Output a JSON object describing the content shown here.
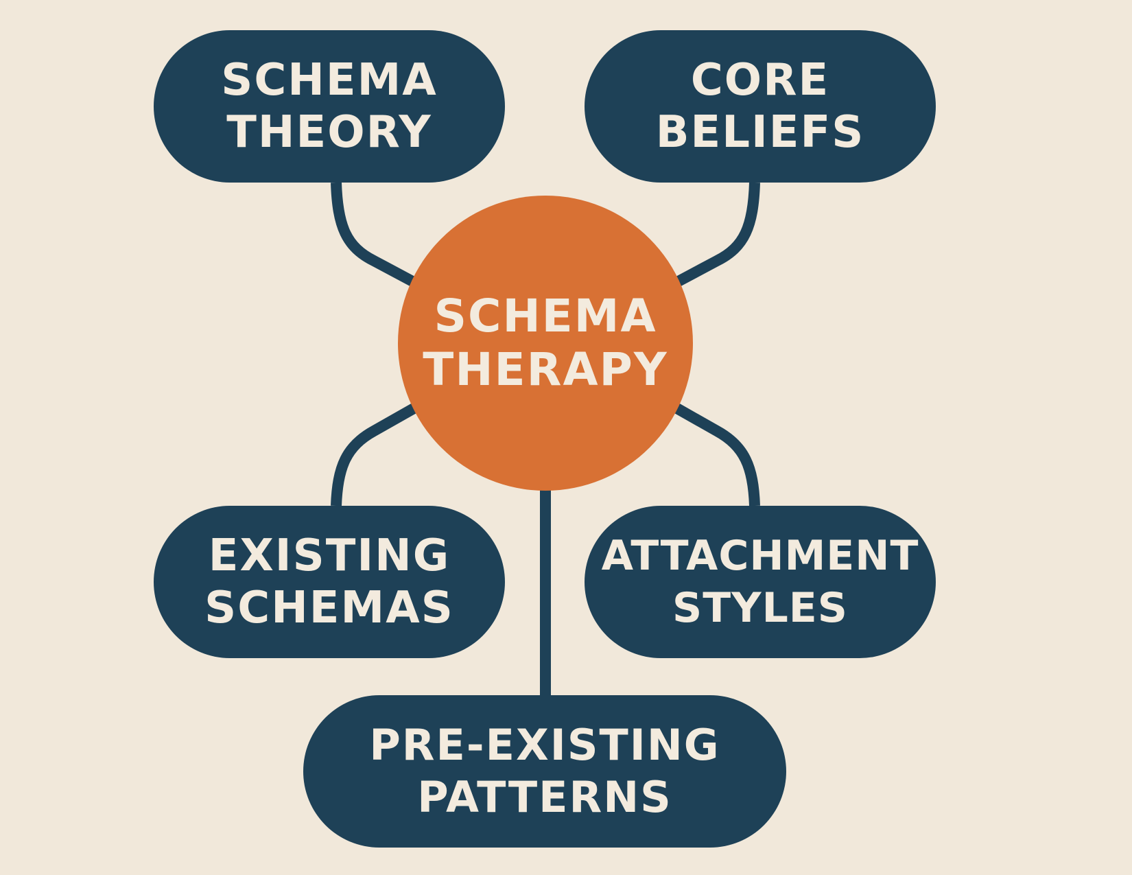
{
  "center": {
    "lines": [
      "SCHEMA",
      "THERAPY"
    ]
  },
  "nodes": {
    "schema_theory": {
      "lines": [
        "SCHEMA",
        "THEORY"
      ]
    },
    "core_beliefs": {
      "lines": [
        "CORE",
        "BELIEFS"
      ]
    },
    "existing_schemas": {
      "lines": [
        "EXISTING",
        "SCHEMAS"
      ]
    },
    "attachment_styles": {
      "lines": [
        "ATTACHMENT",
        "STYLES"
      ]
    },
    "pre_existing_patterns": {
      "lines": [
        "PRE-EXISTING",
        "PATTERNS"
      ]
    }
  },
  "colors": {
    "background": "#f1e8da",
    "node": "#1e4157",
    "center": "#d87134",
    "text": "#f3ebde"
  }
}
